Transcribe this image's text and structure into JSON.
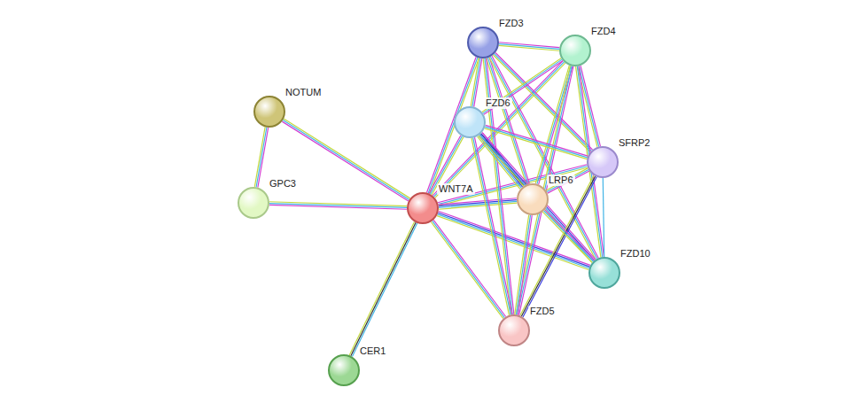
{
  "diagram": {
    "nodes": [
      {
        "text": [
          "FZD3"
        ]
      },
      {
        "text": [
          "FZD4"
        ]
      },
      {
        "text": [
          "NOTUM"
        ]
      },
      {
        "text": [
          "FZD6"
        ]
      },
      {
        "text": [
          "SFRP2"
        ]
      },
      {
        "text": [
          "GPC3"
        ]
      },
      {
        "text": [
          "WNT7A"
        ]
      },
      {
        "text": [
          "LRP6"
        ]
      },
      {
        "text": [
          "FZD10"
        ]
      },
      {
        "text": [
          "FZD5"
        ]
      },
      {
        "text": [
          "CER1"
        ]
      }
    ],
    "edges": [
      {
        "from": 6,
        "to": 2,
        "arrow": "none"
      },
      {
        "from": 6,
        "to": 5,
        "arrow": "none"
      },
      {
        "from": 6,
        "to": 10,
        "arrow": "none"
      },
      {
        "from": 6,
        "to": 0,
        "arrow": "none"
      },
      {
        "from": 6,
        "to": 1,
        "arrow": "none"
      },
      {
        "from": 6,
        "to": 3,
        "arrow": "none"
      },
      {
        "from": 6,
        "to": 4,
        "arrow": "none"
      },
      {
        "from": 6,
        "to": 7,
        "arrow": "none"
      },
      {
        "from": 6,
        "to": 8,
        "arrow": "none"
      },
      {
        "from": 6,
        "to": 9,
        "arrow": "none"
      },
      {
        "from": 2,
        "to": 5,
        "arrow": "none"
      },
      {
        "from": 0,
        "to": 1,
        "arrow": "none"
      },
      {
        "from": 0,
        "to": 3,
        "arrow": "none"
      },
      {
        "from": 0,
        "to": 7,
        "arrow": "none"
      },
      {
        "from": 0,
        "to": 4,
        "arrow": "none"
      },
      {
        "from": 0,
        "to": 8,
        "arrow": "none"
      },
      {
        "from": 0,
        "to": 9,
        "arrow": "none"
      },
      {
        "from": 1,
        "to": 3,
        "arrow": "none"
      },
      {
        "from": 1,
        "to": 7,
        "arrow": "none"
      },
      {
        "from": 1,
        "to": 4,
        "arrow": "none"
      },
      {
        "from": 1,
        "to": 8,
        "arrow": "none"
      },
      {
        "from": 1,
        "to": 9,
        "arrow": "none"
      },
      {
        "from": 3,
        "to": 7,
        "arrow": "none"
      },
      {
        "from": 3,
        "to": 4,
        "arrow": "none"
      },
      {
        "from": 3,
        "to": 8,
        "arrow": "none"
      },
      {
        "from": 3,
        "to": 9,
        "arrow": "none"
      },
      {
        "from": 4,
        "to": 7,
        "arrow": "none"
      },
      {
        "from": 4,
        "to": 8,
        "arrow": "none"
      },
      {
        "from": 4,
        "to": 9,
        "arrow": "none"
      },
      {
        "from": 7,
        "to": 8,
        "arrow": "none"
      },
      {
        "from": 7,
        "to": 9,
        "arrow": "none"
      }
    ]
  }
}
